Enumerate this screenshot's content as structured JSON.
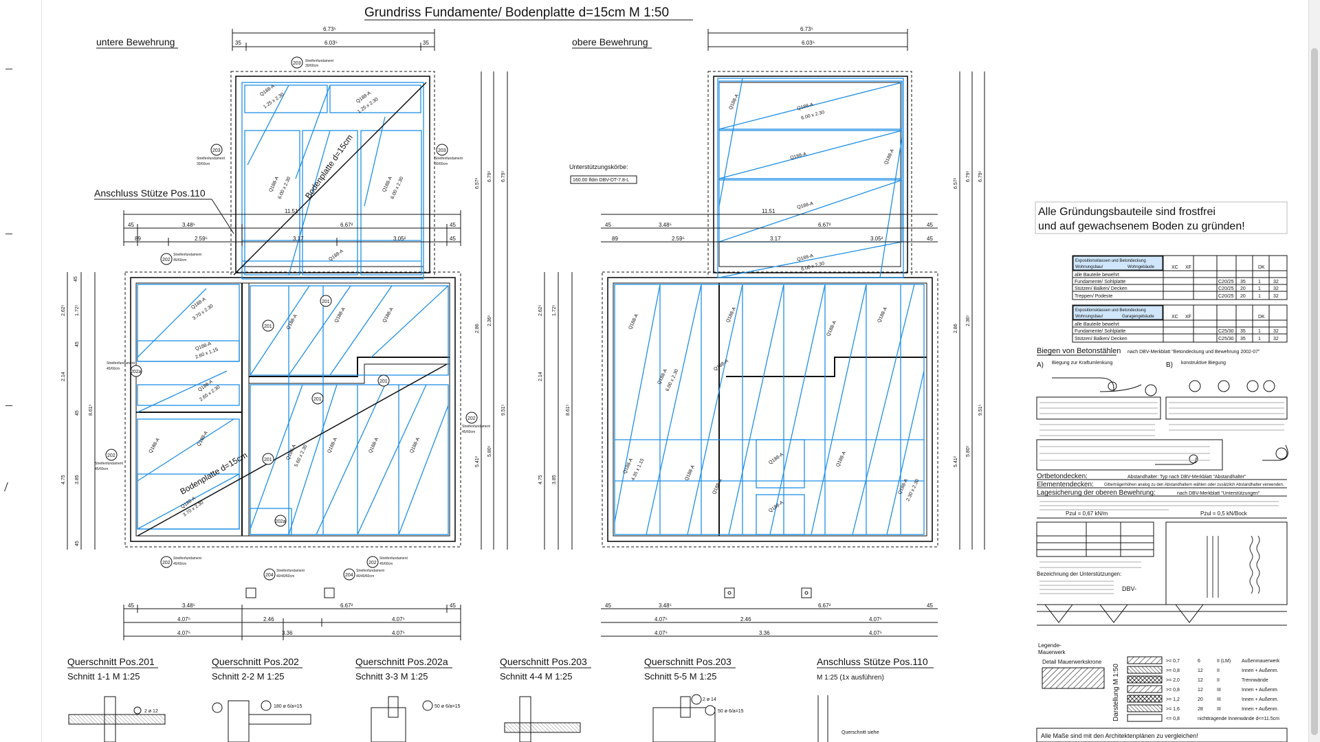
{
  "title": "Grundriss Fundamente/ Bodenplatte d=15cm M 1:50",
  "plans": {
    "left": {
      "label": "untere Bewehrung",
      "slab": "Bodenplatte d=15cm",
      "slab2": "Bodenplatte d=15cm"
    },
    "right": {
      "label": "obere Bewehrung"
    }
  },
  "anschluss_label": "Anschluss Stütze Pos.110",
  "support_box": {
    "title": "Unterstützungskörbe:",
    "value": "160.00 lfdm DBV-DT-7.8-L"
  },
  "dims": {
    "top_total": "6.73⁵",
    "top_inner": "6.03⁵",
    "top_edge_a": "35",
    "top_edge_b": "35",
    "width_1151": "11.51",
    "row_a": [
      "45",
      "3.48⁵",
      "6.67²",
      "45"
    ],
    "row_b": [
      "89",
      "2.59⁵",
      "3.17",
      "3.05²",
      "45"
    ],
    "bottom_a": [
      "45",
      "3.48⁵",
      "6.67²",
      "45"
    ],
    "bottom_b": [
      "4.07⁵",
      "2.46",
      "4.07⁵"
    ],
    "bottom_c": [
      "4.07⁵",
      "3.36",
      "4.07⁵"
    ],
    "left_stack": [
      "45",
      "2.62⁵",
      "1.72⁵",
      "45",
      "2.14",
      "45",
      "4.75",
      "3.85",
      "45"
    ],
    "left_tot": "8.61⁵",
    "right_stack": [
      "6.57²",
      "6.79⁵",
      "6.79⁵",
      "2.86",
      "2.36⁵",
      "9.51⁵",
      "5.41²",
      "5.80⁵"
    ]
  },
  "mesh_labels": [
    "Q188-A",
    "1.25 x 2.30",
    "6.00 x 2.30",
    "3.70 x 2.30",
    "2.60 x 1.15",
    "5.60 x 2.30",
    "2.65 x 2.30",
    "4.35 x 1.15",
    "2.30 x 2.30"
  ],
  "foundation_labels": {
    "f201": "201",
    "f202": "202",
    "f202a": "202a",
    "f203": "203",
    "f204": "204",
    "sf": "Streifenfundament",
    "s45": "45/60cm",
    "s30": "30/60cm",
    "s40": "40/40/60cm"
  },
  "sections": [
    {
      "title": "Querschnitt Pos.201",
      "sub": "Schnitt 1-1   M 1:25",
      "note": "2 ø 12"
    },
    {
      "title": "Querschnitt Pos.202",
      "sub": "Schnitt 2-2   M 1:25",
      "note": "180 ø 6/a=15"
    },
    {
      "title": "Querschnitt Pos.202a",
      "sub": "Schnitt 3-3   M 1:25",
      "note": "50 ø 6/a=15"
    },
    {
      "title": "Querschnitt Pos.203",
      "sub": "Schnitt 4-4   M 1:25",
      "note": "2 ø 14"
    },
    {
      "title": "Querschnitt Pos.203",
      "sub": "Schnitt 5-5   M 1:25",
      "note": "50 ø 6/a=15"
    },
    {
      "title": "Anschluss Stütze Pos.110",
      "sub": "M 1:25    (1x ausführen)",
      "note": "Querschnitt siehe"
    }
  ],
  "legend": {
    "frost1": "Alle Gründungsbauteile sind frostfrei",
    "frost2": "und auf gewachsenem Boden zu gründen!",
    "t1_head": "Expositionsklassen und Betondeckung",
    "t1_sub1": "Wohnungsbau/",
    "t1_sub2": "Wohngebäude",
    "t1_rows": [
      [
        "alle Bauteile bewehrt",
        "",
        "",
        ""
      ],
      [
        "Fundamente/ Sohlplatte",
        "C20/25",
        "35",
        "1"
      ],
      [
        "Stützen/ Balken/ Decken",
        "C20/25",
        "20",
        "1"
      ],
      [
        "Treppen/ Podeste",
        "C20/25",
        "20",
        "1"
      ]
    ],
    "t2_head": "Expositionsklassen und Betondeckung",
    "t2_sub1": "Wohnungsbau/",
    "t2_sub2": "Garagengebäude",
    "t2_rows": [
      [
        "alle Bauteile bewehrt",
        "",
        "",
        ""
      ],
      [
        "Fundamente/ Sohlplatte",
        "C25/30",
        "35",
        "1"
      ],
      [
        "Stützen/ Balken/ Decken",
        "C25/30",
        "35",
        "1"
      ]
    ],
    "col_xc": "XC",
    "col_xf": "XF",
    "col_dk": "DK",
    "col_32": "32",
    "biegen_title": "Biegen von Betonstählen",
    "biegen_ref": "nach DBV-Merkblatt \"Betondeckung und Bewehrung 2002-07\"",
    "biegen_a": "A)",
    "biegen_a_text": "Biegung zur Kraftumlenkung",
    "biegen_b": "B)",
    "biegen_b_text": "konstruktive Biegung",
    "orbeton": "Ortbetondecken:",
    "orbeton_ref": "Abstandhalter: Typ nach DBV-Merkblatt \"Abstandhalter\"",
    "element": "Elementendecken:",
    "element_ref": "Gitterträgerhöhen analog zu den Abstandhaltern wählen oder zusätzlich Abstandhalter verwenden.",
    "lage": "Lagesicherung der oberen Bewehrung:",
    "lage_ref": "nach DBV-Merkblatt \"Unterstützungen\"",
    "pzul1": "Pzul = 0,67 kN/m",
    "pzul2": "Pzul = 0,5 kN/Bock",
    "bez": "Bezeichnung der Unterstützungen:",
    "dbv": "DBV-",
    "legende": "Legende-",
    "mauerwerk": "Mauerwerk",
    "detail": "Detail Mauerwerkskrone",
    "darstellung": "Darstellung M 1:50",
    "mw_rows": [
      [
        ">= 0,7",
        "6",
        "II (LM)",
        "Außenmauerwerk"
      ],
      [
        ">= 0,8",
        "12",
        "II",
        "Innen + Außenm."
      ],
      [
        ">= 2,0",
        "12",
        "II",
        "Trennwände"
      ],
      [
        ">= 0,8",
        "12",
        "III",
        "Innen + Außenm."
      ],
      [
        ">= 1,2",
        "20",
        "III",
        "Innen + Außenm."
      ],
      [
        ">= 1,6",
        "28",
        "III",
        "Innen + Außenm."
      ],
      [
        "<= 0,8",
        "",
        "",
        "nichttragende Innenwände d<=11.5cm"
      ]
    ],
    "footer": "Alle Maße sind mit den Architektenplänen zu vergleichen!"
  }
}
